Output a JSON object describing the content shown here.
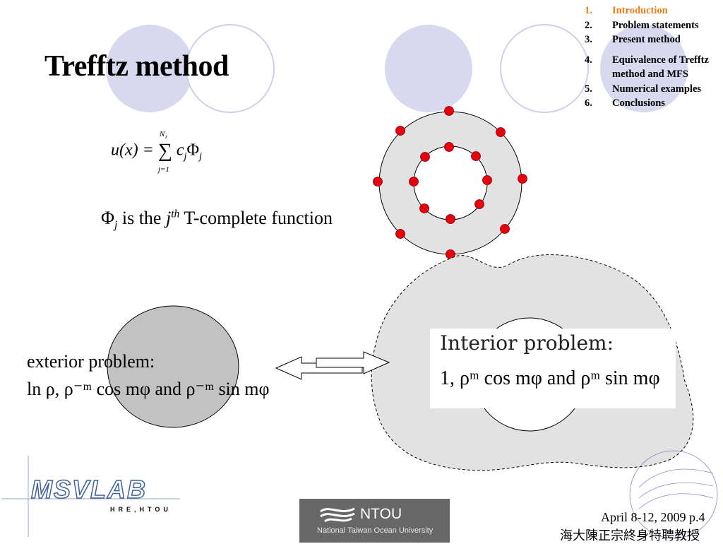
{
  "slide": {
    "title": "Trefftz method"
  },
  "outline": {
    "items": [
      {
        "num": "1.",
        "label": "Introduction",
        "active": true
      },
      {
        "num": "2.",
        "label": "Problem statements"
      },
      {
        "num": "3.",
        "label": "Present method"
      },
      {
        "num": "4.",
        "label_line1": "Equivalence of Trefftz",
        "label_line2": "method and MFS"
      },
      {
        "num": "5.",
        "label": "Numerical examples"
      },
      {
        "num": "6.",
        "label": "Conclusions"
      }
    ],
    "active_color": "#f07d1b"
  },
  "formula": {
    "lhs": "u(x) = ",
    "sum_top": "N",
    "sum_top_sub": "T",
    "sum_bottom": "j=1",
    "term": "c",
    "term_sub": "j",
    "phi": "Φ",
    "phi_sub": "j"
  },
  "phi_text": {
    "phi": "Φ",
    "phi_sub": "j",
    "middle": " is the ",
    "j": "j",
    "sup": "th",
    "tail": " T-complete function"
  },
  "exterior": {
    "label": "exterior problem:",
    "funcs": "ln ρ, ρ⁻ᵐ cos mφ and  ρ⁻ᵐ sin mφ"
  },
  "interior": {
    "label": "Interior problem:",
    "funcs": "1, ρᵐ cos mφ and  ρᵐ sin mφ"
  },
  "footer": {
    "date": "April 8-12, 2009 p.4",
    "chinese": "海大陳正宗終身特聘教授"
  },
  "logos": {
    "ntou_name": "NTOU",
    "ntou_sub": "National Taiwan Ocean University",
    "msvlab": "MSVLAB",
    "msvlab_sub": "HRE,HTOU"
  },
  "colors": {
    "deco_circle": "#d8d8ee",
    "red_points": "#e8000e",
    "domain_gray": "#e2e2e2",
    "exterior_gray": "#c2c2c2"
  }
}
